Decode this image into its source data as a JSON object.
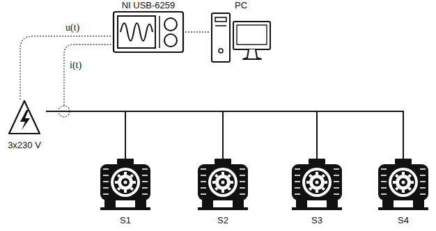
{
  "diagram": {
    "nodes": [
      {
        "text": [
          "NI USB-6259"
        ]
      },
      {
        "text": [
          "PC"
        ]
      },
      {
        "text": [
          "3x230 V"
        ]
      },
      {
        "text": [
          "S1"
        ]
      },
      {
        "text": [
          "S2"
        ]
      },
      {
        "text": [
          "S3"
        ]
      },
      {
        "text": [
          "S4"
        ]
      }
    ],
    "edges": [
      {
        "from": 2,
        "to": 0,
        "arrow": "none",
        "label": "u(t)"
      },
      {
        "from": 0,
        "to": 1,
        "arrow": "none"
      },
      {
        "from": 2,
        "to": 3,
        "arrow": "none"
      },
      {
        "from": 2,
        "to": 4,
        "arrow": "none"
      },
      {
        "from": 2,
        "to": 5,
        "arrow": "none"
      },
      {
        "from": 2,
        "to": 6,
        "arrow": "none"
      }
    ],
    "labels": [
      "i(t)"
    ]
  }
}
